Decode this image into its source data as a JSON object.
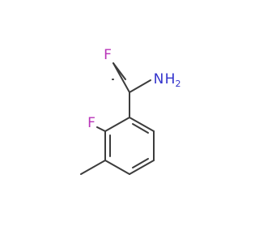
{
  "molecule": {
    "atoms": {
      "f_top": {
        "text": "F",
        "color": "#b833b8"
      },
      "amine_n": {
        "text": "N",
        "color": "#3333cc"
      },
      "amine_h2": {
        "text": "H",
        "color": "#3333cc"
      },
      "amine_sub": {
        "text": "2",
        "color": "#3333cc"
      },
      "f_ring": {
        "text": "F",
        "color": "#b833b8"
      }
    },
    "bond_color": "#3c3c3c"
  }
}
